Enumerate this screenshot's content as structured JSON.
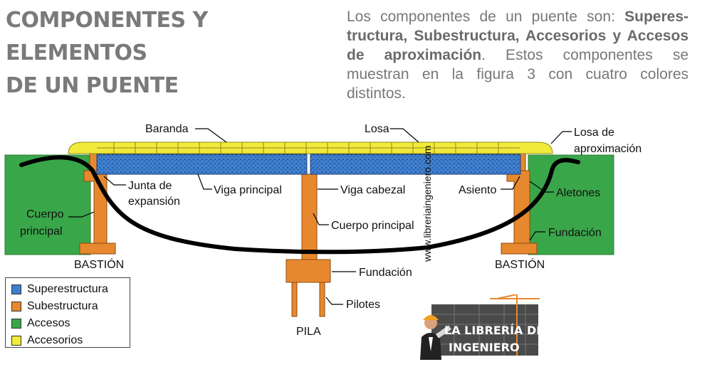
{
  "header": {
    "title_line1": "COMPONENTES Y ELEMENTOS",
    "title_line2": "DE UN PUENTE",
    "intro_part1": "Los componentes de un puente son: ",
    "intro_bold": "Superes-tructura, Subestructura, Accesorios y Accesos de aproximación",
    "intro_part2": ". Estos componentes se muestran en la figura 3 con cuatro colores distintos."
  },
  "diagram": {
    "labels": {
      "baranda": "Baranda",
      "losa": "Losa",
      "losa_aprox_1": "Losa de",
      "losa_aprox_2": "aproximación",
      "junta_1": "Junta de",
      "junta_2": "expansión",
      "viga_principal": "Viga principal",
      "viga_cabezal": "Viga cabezal",
      "asiento": "Asiento",
      "aletones": "Aletones",
      "cuerpo_principal_1": "Cuerpo",
      "cuerpo_principal_2": "principal",
      "cuerpo_principal_pila": "Cuerpo principal",
      "fundacion_right": "Fundación",
      "fundacion_pila": "Fundación",
      "pilotes": "Pilotes",
      "bastion_left": "BASTIÓN",
      "bastion_right": "BASTIÓN",
      "pila": "PILA"
    },
    "watermark": "www.libreriaingeniero.com",
    "colors": {
      "superestructura": "#3f7fcf",
      "subestructura": "#e8882e",
      "accesos": "#3aa64a",
      "accesorios": "#f2ea3a"
    }
  },
  "legend": {
    "items": [
      {
        "label": "Superestructura",
        "color": "#3f7fcf"
      },
      {
        "label": "Subestructura",
        "color": "#e8882e"
      },
      {
        "label": "Accesos",
        "color": "#3aa64a"
      },
      {
        "label": "Accesorios",
        "color": "#f2ea3a"
      }
    ]
  },
  "logo": {
    "line1": "LA LIBRERÍA DEL",
    "line2": "INGENIERO"
  }
}
